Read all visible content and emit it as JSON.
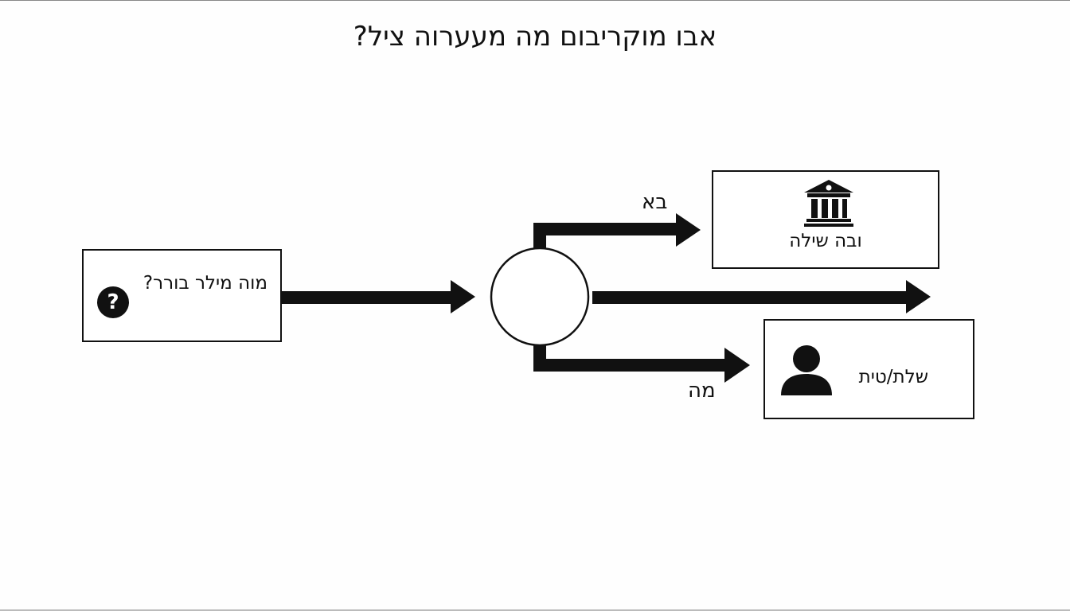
{
  "title": "אבו מוקריבום מה מעערוה ציל?",
  "nodes": {
    "question": {
      "label": "מוה מילר בורר?",
      "icon": "question-circle-icon"
    },
    "institution": {
      "label": "ובה שילה",
      "icon": "bank-building-icon"
    },
    "person": {
      "label": "שלת/טית",
      "icon": "person-icon"
    },
    "hub": {
      "label": ""
    }
  },
  "edges": {
    "top_label": "בא",
    "bottom_label": "מה"
  }
}
